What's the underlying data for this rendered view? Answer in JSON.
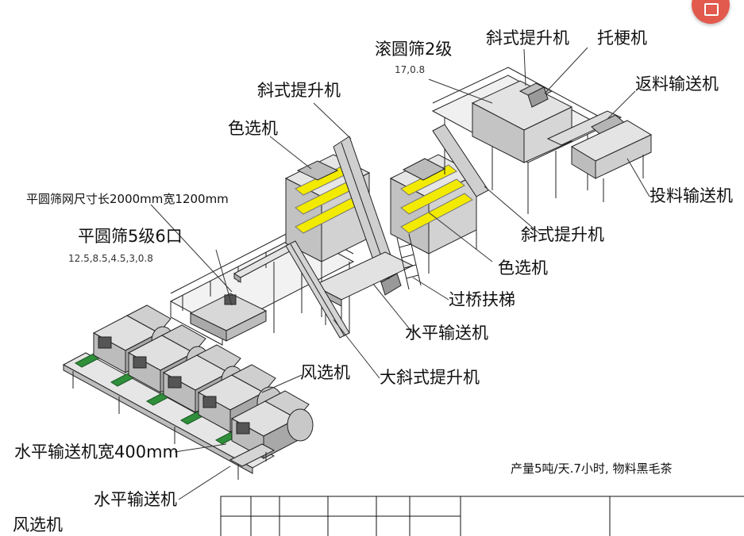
{
  "labels": {
    "roller_sieve": "滚圆筛2级",
    "roller_sieve_spec": "17,0.8",
    "incline_elevator_top": "斜式提升机",
    "stem_remover": "托梗机",
    "return_conveyor": "返料输送机",
    "incline_elevator_mid": "斜式提升机",
    "color_sorter_left": "色选机",
    "feed_conveyor": "投料输送机",
    "flat_sieve_size": "平圆筛网尺寸长2000mm宽1200mm",
    "flat_sieve": "平圆筛5级6口",
    "flat_sieve_spec": "12.5,8.5,4.5,3,0.8",
    "incline_elevator_right": "斜式提升机",
    "color_sorter_right": "色选机",
    "bridge_ladder": "过桥扶梯",
    "horizontal_conveyor_mid": "水平输送机",
    "winnower_mid": "风选机",
    "big_incline_elevator": "大斜式提升机",
    "horizontal_conveyor_wide": "水平输送机宽400mm",
    "horizontal_conveyor_bottom": "水平输送机",
    "winnower_bottom": "风选机",
    "capacity_note": "产量5吨/天.7小时, 物料黑毛茶"
  },
  "colors": {
    "line": "#222222",
    "machine_fill": "#d9d9d9",
    "machine_dark": "#9a9a9a",
    "tray_yellow": "#f2ea00",
    "conveyor_green": "#2f8f3a",
    "badge": "#e25a4d"
  }
}
